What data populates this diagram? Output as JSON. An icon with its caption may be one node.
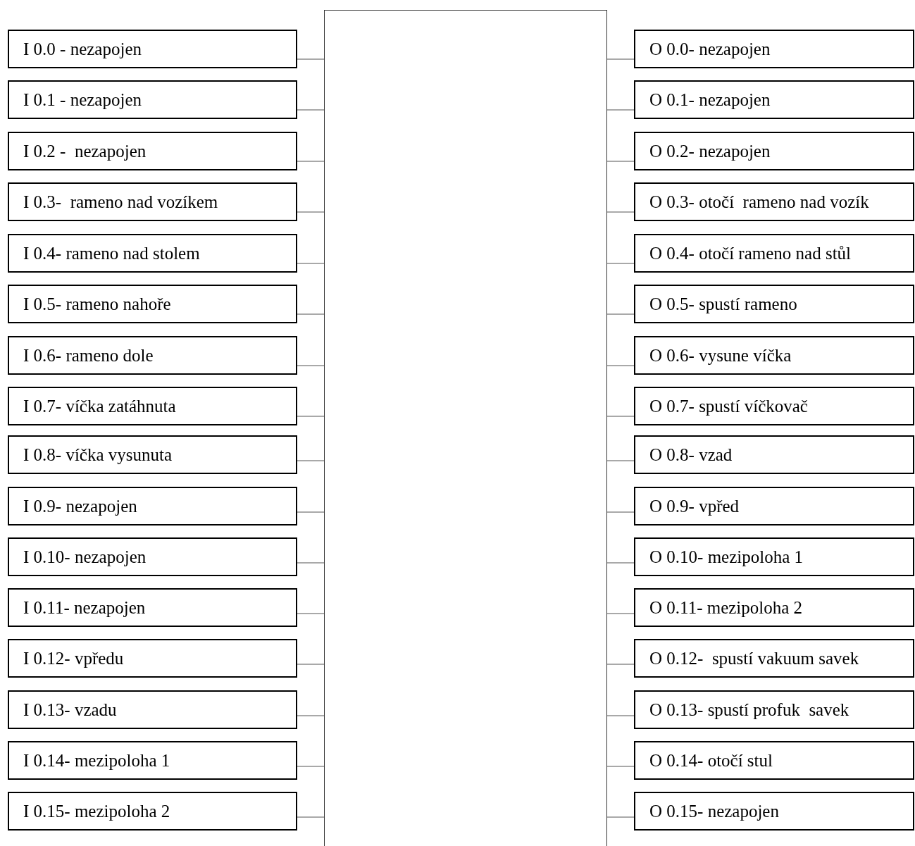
{
  "diagram": {
    "nodes": [
      {
        "text": [],
        "shape": "box"
      },
      {
        "text": [
          "I 0.0 - nezapojen"
        ]
      },
      {
        "text": [
          "I 0.1 - nezapojen"
        ]
      },
      {
        "text": [
          "I 0.2 -  nezapojen"
        ]
      },
      {
        "text": [
          "I 0.3-  rameno nad vozíkem"
        ]
      },
      {
        "text": [
          "I 0.4- rameno nad stolem"
        ]
      },
      {
        "text": [
          "I 0.5- rameno nahoře"
        ]
      },
      {
        "text": [
          "I 0.6- rameno dole"
        ]
      },
      {
        "text": [
          "I 0.7- víčka zatáhnuta"
        ]
      },
      {
        "text": [
          "I 0.8- víčka vysunuta"
        ]
      },
      {
        "text": [
          "I 0.9- nezapojen"
        ]
      },
      {
        "text": [
          "I 0.10- nezapojen"
        ]
      },
      {
        "text": [
          "I 0.11- nezapojen"
        ]
      },
      {
        "text": [
          "I 0.12- vpředu"
        ]
      },
      {
        "text": [
          "I 0.13- vzadu"
        ]
      },
      {
        "text": [
          "I 0.14- mezipoloha 1"
        ]
      },
      {
        "text": [
          "I 0.15- mezipoloha 2"
        ]
      },
      {
        "text": [
          "O 0.0- nezapojen"
        ]
      },
      {
        "text": [
          "O 0.1- nezapojen"
        ]
      },
      {
        "text": [
          "O 0.2- nezapojen"
        ]
      },
      {
        "text": [
          "O 0.3- otočí  rameno nad vozík"
        ]
      },
      {
        "text": [
          "O 0.4- otočí rameno nad stůl"
        ]
      },
      {
        "text": [
          "O 0.5- spustí rameno"
        ]
      },
      {
        "text": [
          "O 0.6- vysune víčka"
        ]
      },
      {
        "text": [
          "O 0.7- spustí víčkovač"
        ]
      },
      {
        "text": [
          "O 0.8- vzad"
        ]
      },
      {
        "text": [
          "O 0.9- vpřed"
        ]
      },
      {
        "text": [
          "O 0.10- mezipoloha 1"
        ]
      },
      {
        "text": [
          "O 0.11- mezipoloha 2"
        ]
      },
      {
        "text": [
          "O 0.12-  spustí vakuum savek"
        ]
      },
      {
        "text": [
          "O 0.13- spustí profuk  savek"
        ]
      },
      {
        "text": [
          "O 0.14- otočí stul"
        ]
      },
      {
        "text": [
          "O 0.15- nezapojen"
        ]
      }
    ],
    "edges": [
      {
        "from": 1,
        "to": 0,
        "arrow": "none"
      },
      {
        "from": 2,
        "to": 0,
        "arrow": "none"
      },
      {
        "from": 3,
        "to": 0,
        "arrow": "none"
      },
      {
        "from": 4,
        "to": 0,
        "arrow": "none"
      },
      {
        "from": 5,
        "to": 0,
        "arrow": "none"
      },
      {
        "from": 6,
        "to": 0,
        "arrow": "none"
      },
      {
        "from": 7,
        "to": 0,
        "arrow": "none"
      },
      {
        "from": 8,
        "to": 0,
        "arrow": "none"
      },
      {
        "from": 9,
        "to": 0,
        "arrow": "none"
      },
      {
        "from": 10,
        "to": 0,
        "arrow": "none"
      },
      {
        "from": 11,
        "to": 0,
        "arrow": "none"
      },
      {
        "from": 12,
        "to": 0,
        "arrow": "none"
      },
      {
        "from": 13,
        "to": 0,
        "arrow": "none"
      },
      {
        "from": 14,
        "to": 0,
        "arrow": "none"
      },
      {
        "from": 15,
        "to": 0,
        "arrow": "none"
      },
      {
        "from": 16,
        "to": 0,
        "arrow": "none"
      },
      {
        "from": 0,
        "to": 17,
        "arrow": "none"
      },
      {
        "from": 0,
        "to": 18,
        "arrow": "none"
      },
      {
        "from": 0,
        "to": 19,
        "arrow": "none"
      },
      {
        "from": 0,
        "to": 20,
        "arrow": "none"
      },
      {
        "from": 0,
        "to": 21,
        "arrow": "none"
      },
      {
        "from": 0,
        "to": 22,
        "arrow": "none"
      },
      {
        "from": 0,
        "to": 23,
        "arrow": "none"
      },
      {
        "from": 0,
        "to": 24,
        "arrow": "none"
      },
      {
        "from": 0,
        "to": 25,
        "arrow": "none"
      },
      {
        "from": 0,
        "to": 26,
        "arrow": "none"
      },
      {
        "from": 0,
        "to": 27,
        "arrow": "none"
      },
      {
        "from": 0,
        "to": 28,
        "arrow": "none"
      },
      {
        "from": 0,
        "to": 29,
        "arrow": "none"
      },
      {
        "from": 0,
        "to": 30,
        "arrow": "none"
      },
      {
        "from": 0,
        "to": 31,
        "arrow": "none"
      },
      {
        "from": 0,
        "to": 32,
        "arrow": "none"
      }
    ]
  }
}
